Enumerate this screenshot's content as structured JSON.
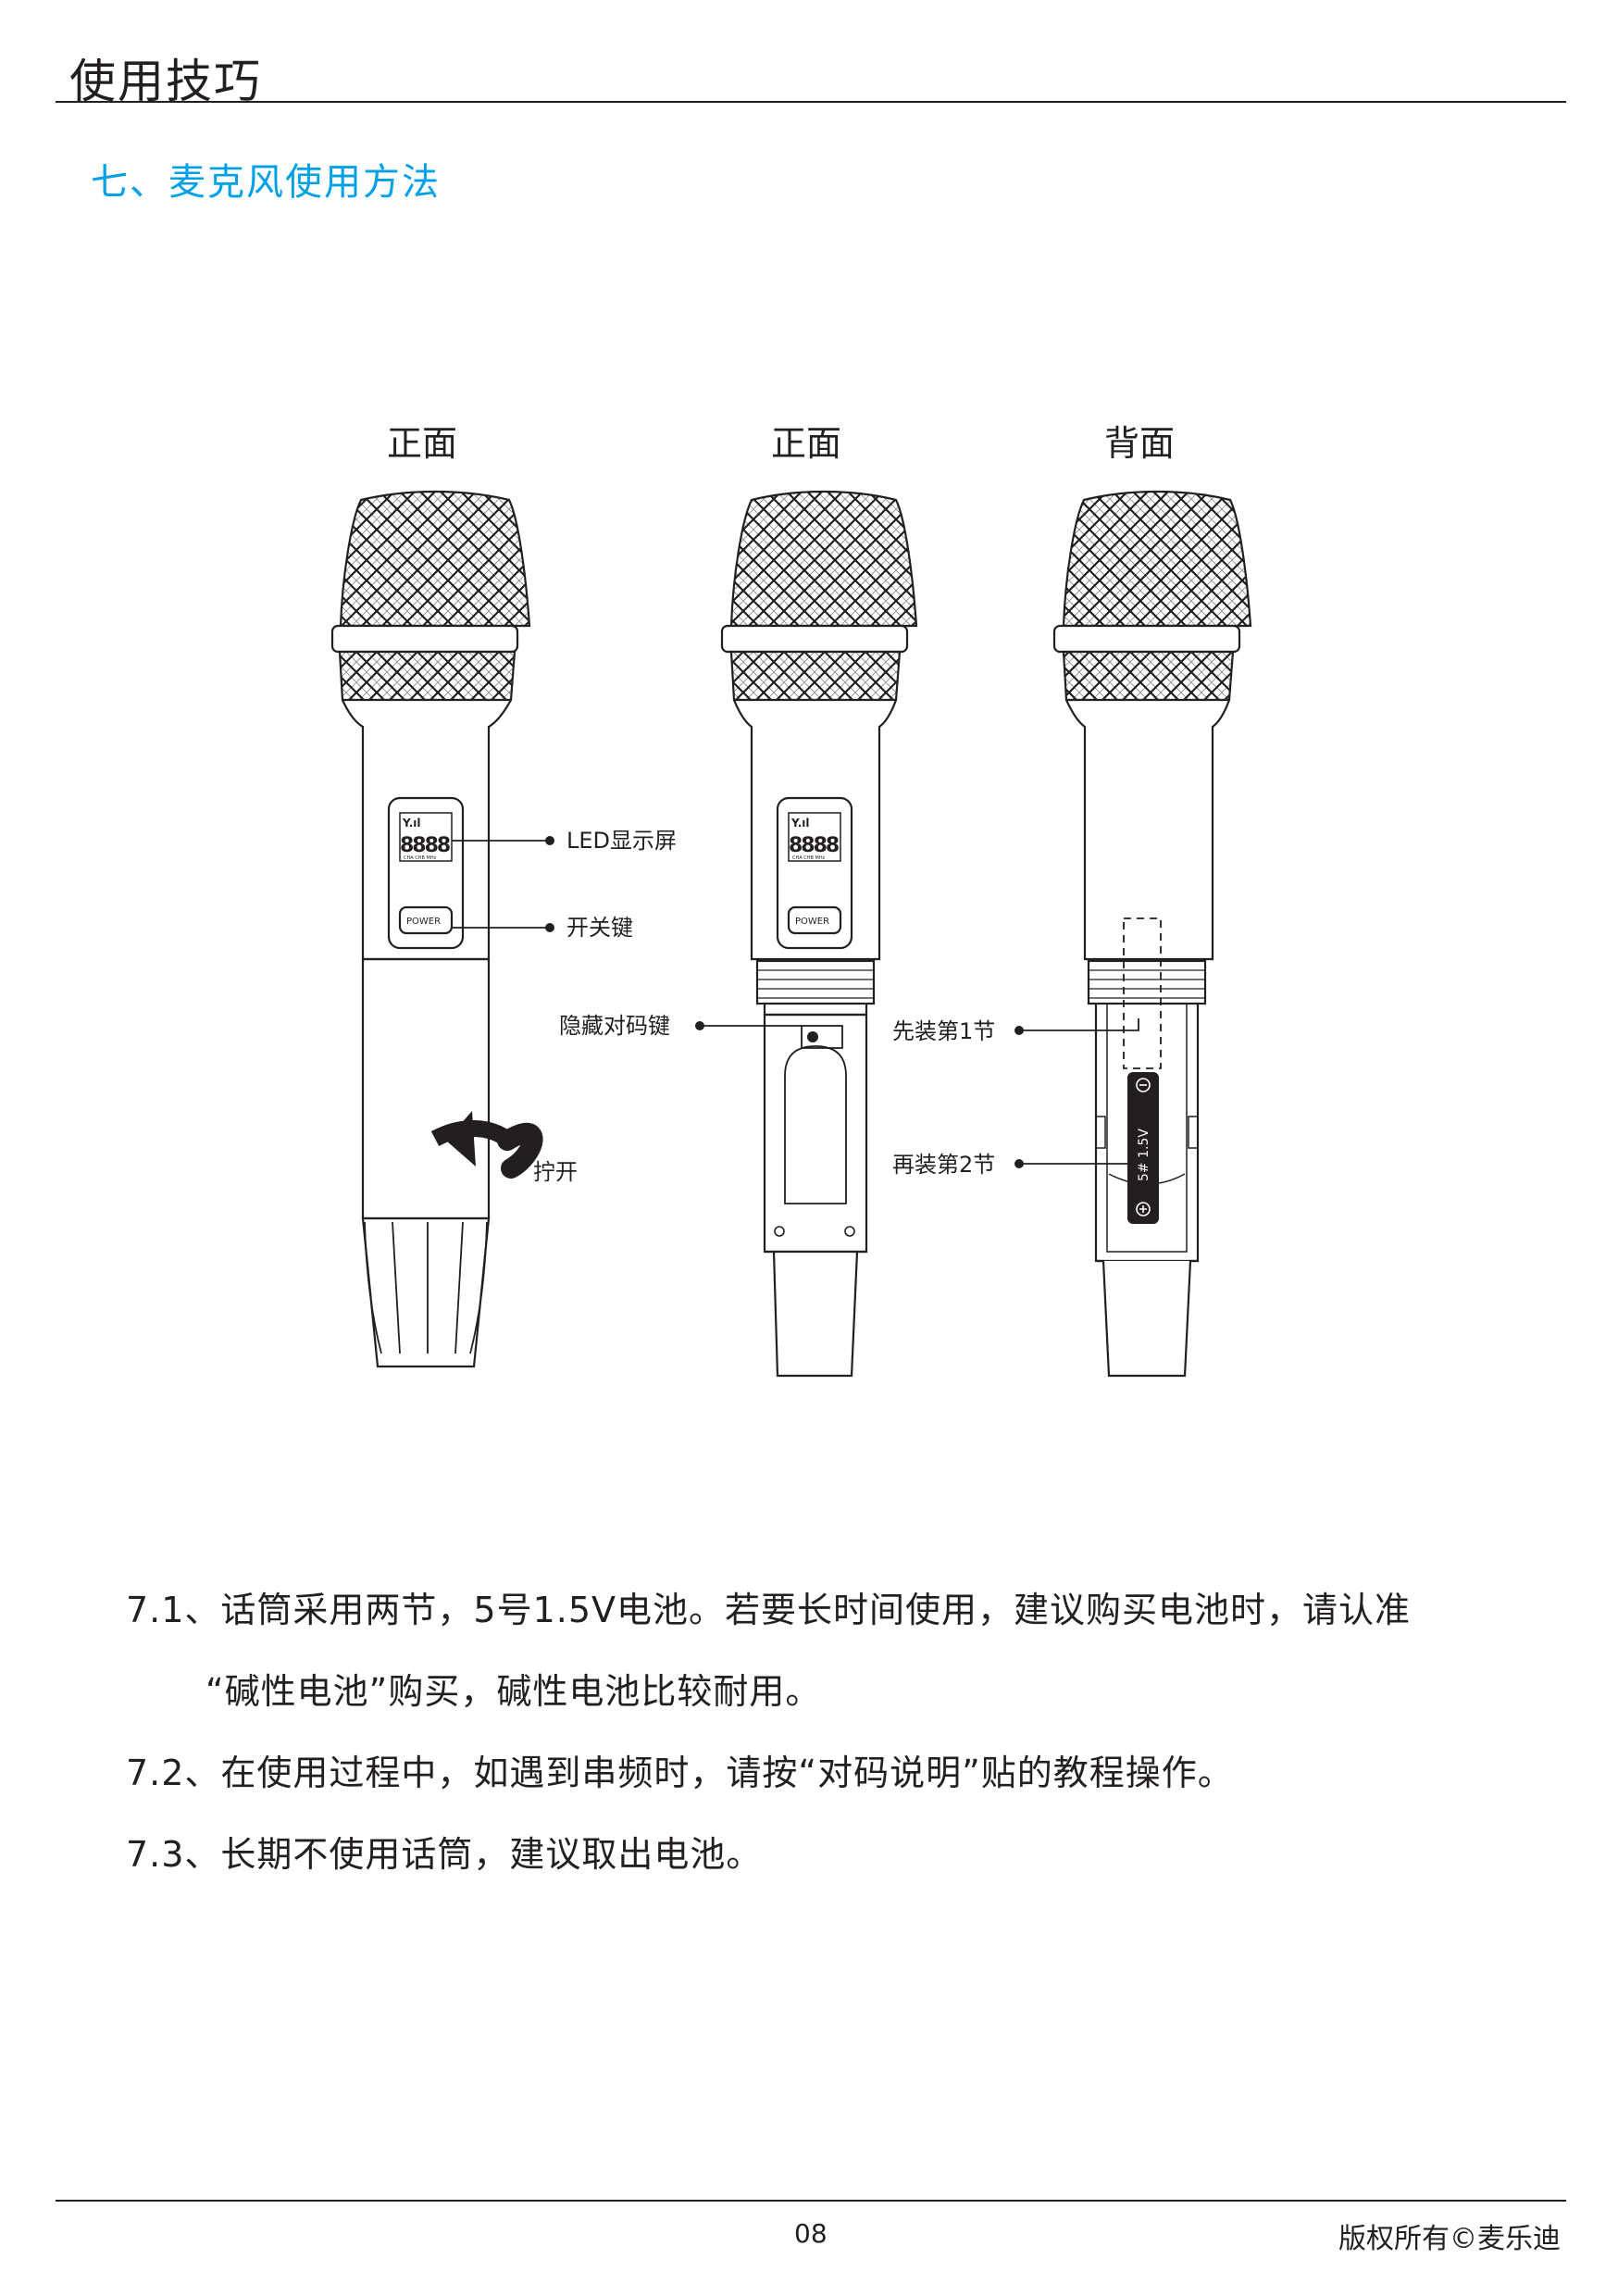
{
  "header": {
    "title": "使用技巧"
  },
  "section": {
    "title": "七、麦克风使用方法"
  },
  "figure": {
    "views": [
      "正面",
      "正面",
      "背面"
    ],
    "screen": {
      "signal_icon": "Y.ıl",
      "digits": "8888",
      "sub_labels": "CHA  CHB  MHz"
    },
    "power_label": "POWER",
    "callouts": {
      "led": "LED显示屏",
      "power": "开关键",
      "unscrew": "拧开",
      "pairing": "隐藏对码键",
      "battery1": "先装第1节",
      "battery2": "再装第2节"
    },
    "battery_text": "5# 1.5V",
    "icons": [
      "microphone-grille",
      "rotate-arrow-icon",
      "battery-icon",
      "plus-icon",
      "minus-icon"
    ]
  },
  "notes": {
    "n1_line1": "7.1、话筒采用两节，5号1.5V电池。若要长时间使用，建议购买电池时，请认准",
    "n1_line2": "“碱性电池”购买，碱性电池比较耐用。",
    "n2": "7.2、在使用过程中，如遇到串频时，请按“对码说明”贴的教程操作。",
    "n3": "7.3、长期不使用话筒，建议取出电池。"
  },
  "footer": {
    "page": "08",
    "copyright": "版权所有©麦乐迪"
  },
  "colors": {
    "accent": "#00a0e9",
    "text": "#231f20"
  }
}
